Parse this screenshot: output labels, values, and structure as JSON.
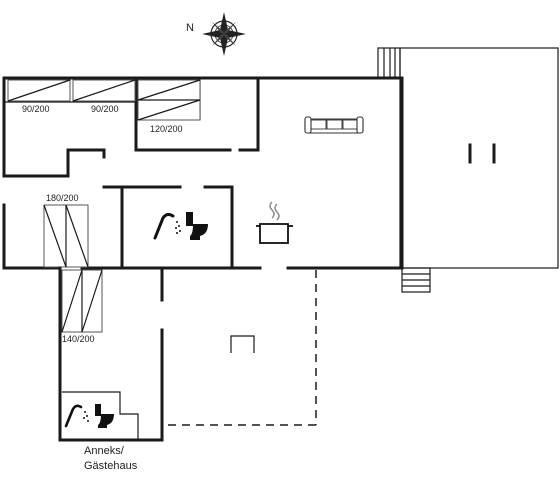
{
  "compass": {
    "north_label": "N",
    "icon": "compass-rose-icon"
  },
  "beds": [
    {
      "id": "bed-1",
      "label": "90/200"
    },
    {
      "id": "bed-2",
      "label": "90/200"
    },
    {
      "id": "bed-3",
      "label": "120/200"
    },
    {
      "id": "bed-4",
      "label": "180/200"
    },
    {
      "id": "bed-5",
      "label": "140/200"
    }
  ],
  "annex": {
    "label_line1": "Anneks/",
    "label_line2": "Gästehaus"
  },
  "icons": {
    "sofa": "sofa-icon",
    "shower_main": "shower-icon",
    "toilet_main": "toilet-icon",
    "kitchen": "cooking-pot-icon",
    "shower_annex": "shower-icon",
    "toilet_annex": "toilet-icon"
  }
}
